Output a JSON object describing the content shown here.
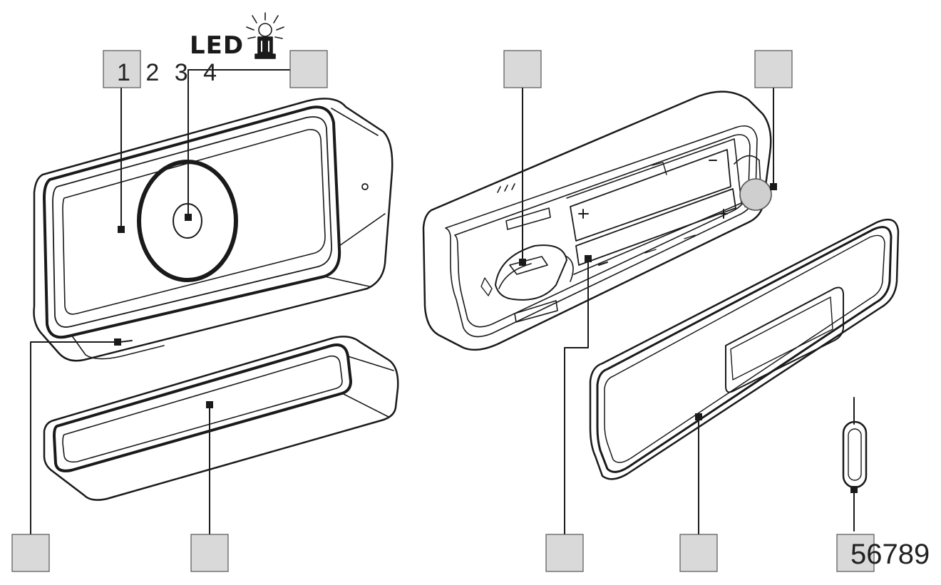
{
  "labels": {
    "led": "LED",
    "numbers_top": "1 2 3 4",
    "numbers_bottom": "56789"
  },
  "colors": {
    "line": "#1a1a1a",
    "box_fill": "#d9d9d9",
    "box_stroke": "#555555",
    "background": "#ffffff"
  },
  "icons": [
    "led-bulb-icon"
  ]
}
